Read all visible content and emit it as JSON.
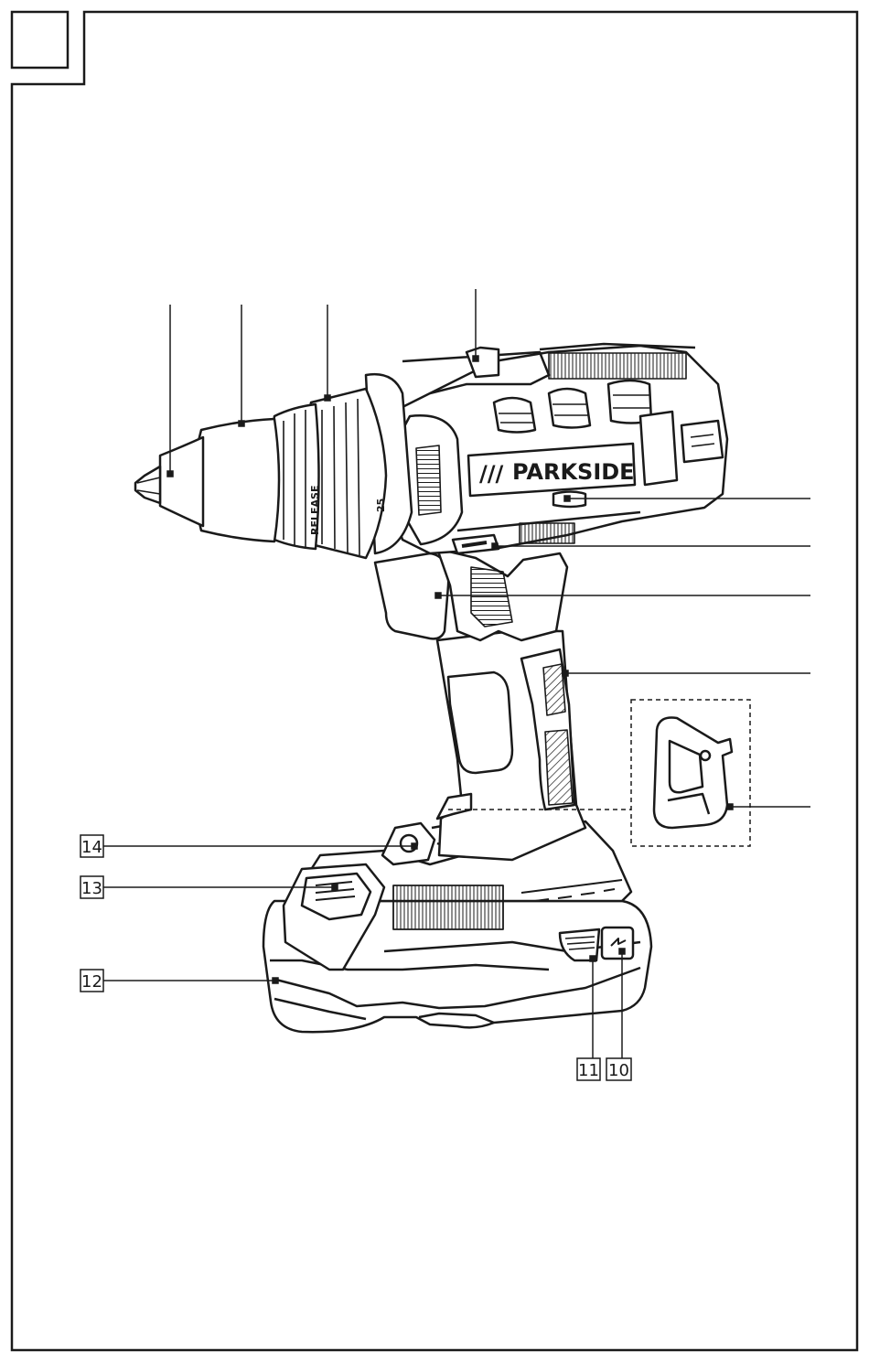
{
  "brand": {
    "name": "PARKSIDE",
    "stripes": "///"
  },
  "collar": {
    "release": "RELEASE",
    "mark": "25"
  },
  "callouts": {
    "n10": "10",
    "n11": "11",
    "n12": "12",
    "n13": "13",
    "n14": "14"
  },
  "colors": {
    "ink": "#1a1a1a",
    "paper": "#ffffff",
    "hatch": "#555555"
  }
}
